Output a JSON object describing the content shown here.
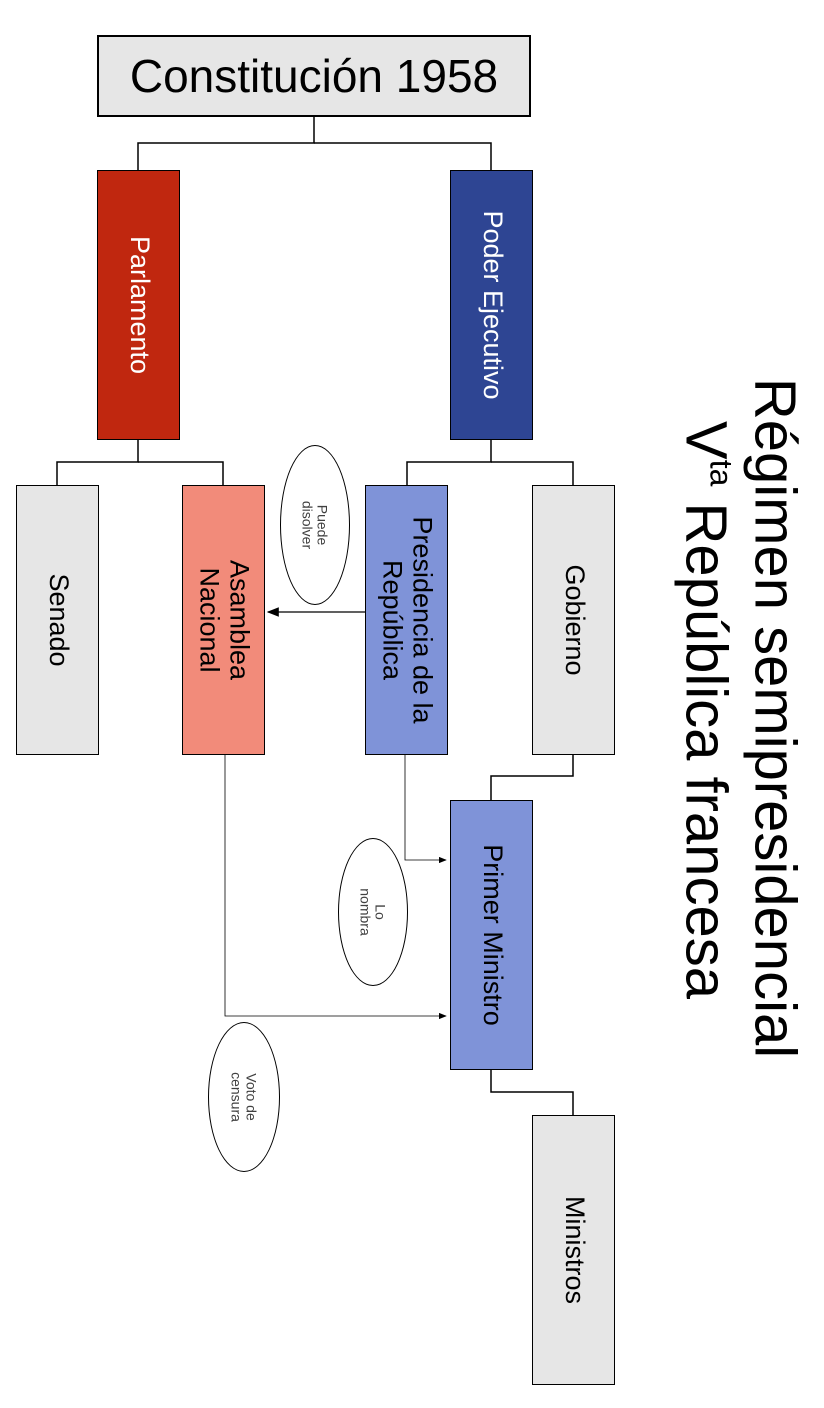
{
  "title": {
    "line1": "Régimen semipresidencial",
    "line2_prefix": "V",
    "line2_sup": "ta",
    "line2_rest": " República francesa"
  },
  "nodes": {
    "constitucion": "Constitución 1958",
    "parlamento": "Parlamento",
    "poder_ejecutivo": "Poder Ejecutivo",
    "senado": "Senado",
    "asamblea": "Asamblea\nNacional",
    "presidencia": "Presidencia de la\nRepública",
    "gobierno": "Gobierno",
    "primer_ministro": "Primer Ministro",
    "ministros": "Ministros"
  },
  "relations": {
    "puede_disolver": "Puede\ndisolver",
    "lo_nombra": "Lo\nnombra",
    "voto_censura": "Voto de\ncensura"
  },
  "colors": {
    "parlamento": "#c0270f",
    "poder_ejecutivo": "#2e4593",
    "asamblea": "#f28b7a",
    "light_blue": "#7f93d8",
    "gray": "#e6e6e6"
  }
}
